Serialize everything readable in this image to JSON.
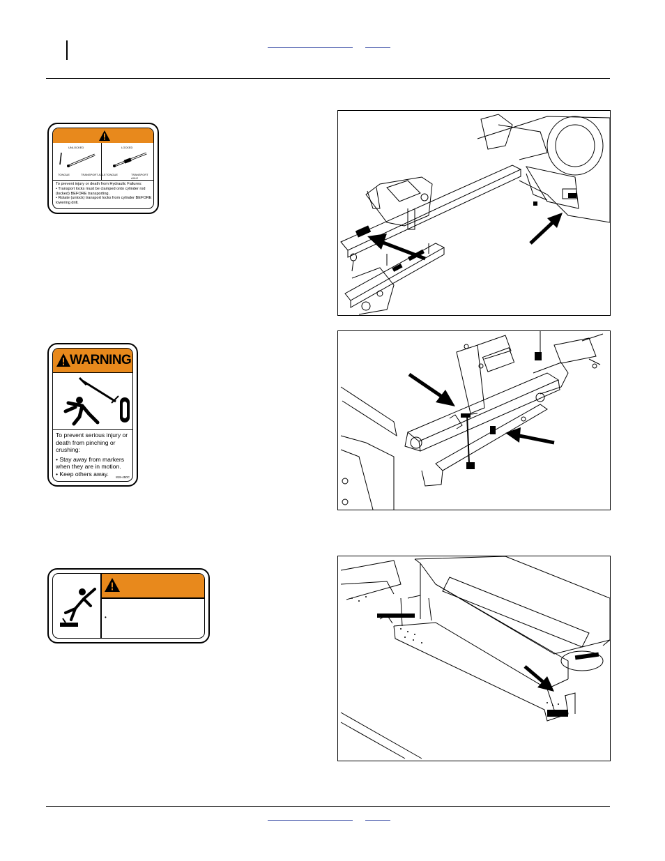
{
  "header": {
    "link_left": "",
    "link_right": ""
  },
  "footer": {
    "link_left": "",
    "link_right": ""
  },
  "decal1": {
    "icon": "warning-triangle-icon",
    "unlocked": "UNLOCKED",
    "locked": "LOCKED",
    "tongue_left": "TONGUE",
    "axle_left": "TRANSPORT AXLE",
    "tongue_right": "TONGUE",
    "axle_right": "TRANSPORT AXLE",
    "message": "To prevent injury or death from Hydraulic Failures:",
    "bullet1": "Transport locks must be clamped onto cylinder rod (locked) BEFORE transporting.",
    "bullet2": "Rotate (unlock) transport locks from cylinder BEFORE lowering drill."
  },
  "decal2": {
    "signal_word": "WARNING",
    "icon": "warning-triangle-icon",
    "pictogram": "marker-crush-pictogram",
    "message": "To prevent serious injury or death from pinching or crushing:",
    "bullet1": "Stay away from markers when they are in motion.",
    "bullet2": "Keep others away.",
    "part_number": "818-450C"
  },
  "decal3": {
    "icon": "warning-triangle-icon",
    "pictogram": "fall-hazard-pictogram",
    "bullet": "•"
  },
  "figures": [
    {
      "name": "figure-hitch-transport-locks",
      "arrows": 2
    },
    {
      "name": "figure-marker-cylinder",
      "arrows": 2
    },
    {
      "name": "figure-seed-box-step",
      "arrows": 1
    }
  ],
  "colors": {
    "safety_orange": "#e8891c",
    "link_blue": "#2a3f9e"
  }
}
